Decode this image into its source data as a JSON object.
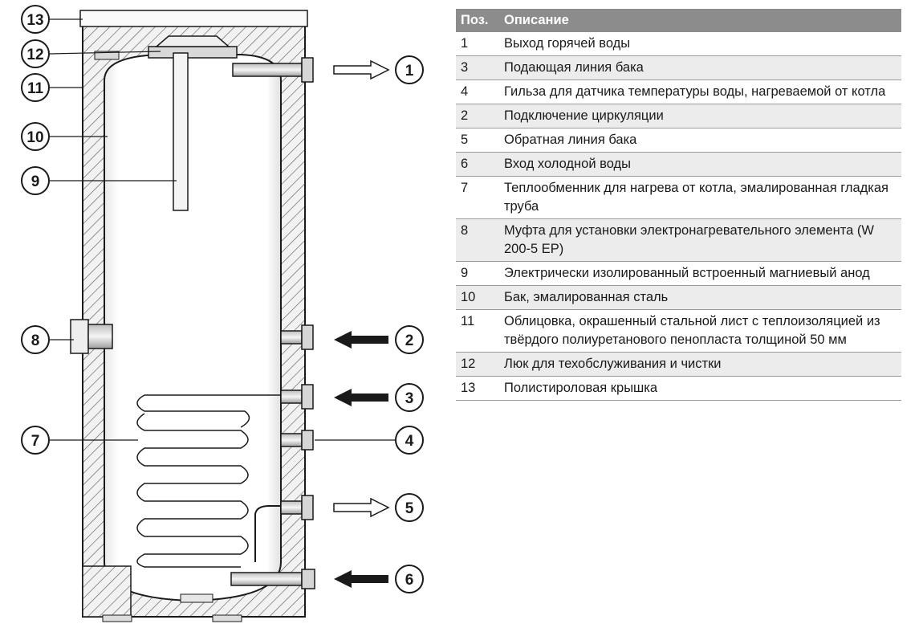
{
  "callouts": [
    {
      "id": "13",
      "label": "13"
    },
    {
      "id": "12",
      "label": "12"
    },
    {
      "id": "11",
      "label": "11"
    },
    {
      "id": "10",
      "label": "10"
    },
    {
      "id": "9",
      "label": "9"
    },
    {
      "id": "8",
      "label": "8"
    },
    {
      "id": "7",
      "label": "7"
    },
    {
      "id": "1",
      "label": "1"
    },
    {
      "id": "2",
      "label": "2"
    },
    {
      "id": "3",
      "label": "3"
    },
    {
      "id": "4",
      "label": "4"
    },
    {
      "id": "5",
      "label": "5"
    },
    {
      "id": "6",
      "label": "6"
    }
  ],
  "legend": {
    "header": {
      "pos": "Поз.",
      "desc": "Описание"
    },
    "rows": [
      {
        "pos": "1",
        "desc": "Выход горячей воды"
      },
      {
        "pos": "3",
        "desc": "Подающая линия бака"
      },
      {
        "pos": "4",
        "desc": "Гильза для датчика температуры воды, нагреваемой от котла"
      },
      {
        "pos": "2",
        "desc": "Подключение циркуляции"
      },
      {
        "pos": "5",
        "desc": "Обратная линия бака"
      },
      {
        "pos": "6",
        "desc": "Вход холодной воды"
      },
      {
        "pos": "7",
        "desc": "Теплообменник для нагрева от котла, эмалированная гладкая труба"
      },
      {
        "pos": "8",
        "desc": "Муфта для установки электронагревательного элемента (W 200-5 EP)"
      },
      {
        "pos": "9",
        "desc": "Электрически изолированный встроенный магниевый анод"
      },
      {
        "pos": "10",
        "desc": "Бак, эмалированная сталь"
      },
      {
        "pos": "11",
        "desc": "Облицовка, окрашенный стальной лист с теплоизоляцией из твёрдого полиуретанового пенопласта толщиной 50 мм"
      },
      {
        "pos": "12",
        "desc": "Люк для техобслуживания и чистки"
      },
      {
        "pos": "13",
        "desc": "Полистироловая крышка"
      }
    ]
  }
}
